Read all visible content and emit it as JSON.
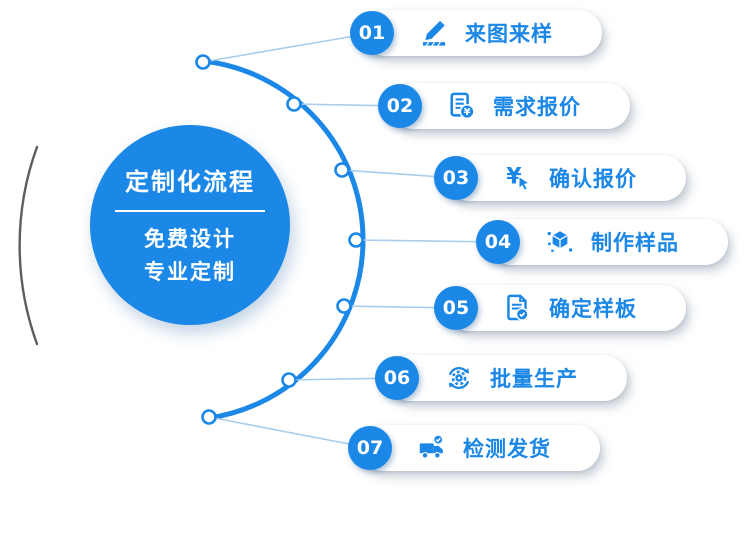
{
  "colors": {
    "primary_blue": "#1b87e6",
    "connector_line": "#a9cdec",
    "left_arc_dark": "#414141",
    "pill_background": "#ffffff"
  },
  "center_circle": {
    "title": "定制化流程",
    "subtitle_line1": "免费设计",
    "subtitle_line2": "专业定制"
  },
  "steps": [
    {
      "number": "01",
      "label": "来图来样",
      "icon": "pencil-drawing-icon"
    },
    {
      "number": "02",
      "label": "需求报价",
      "icon": "document-yen-icon"
    },
    {
      "number": "03",
      "label": "确认报价",
      "icon": "yen-cursor-icon"
    },
    {
      "number": "04",
      "label": "制作样品",
      "icon": "cube-sample-icon"
    },
    {
      "number": "05",
      "label": "确定样板",
      "icon": "document-check-icon"
    },
    {
      "number": "06",
      "label": "批量生产",
      "icon": "gear-cycle-icon"
    },
    {
      "number": "07",
      "label": "检测发货",
      "icon": "delivery-truck-icon"
    }
  ]
}
